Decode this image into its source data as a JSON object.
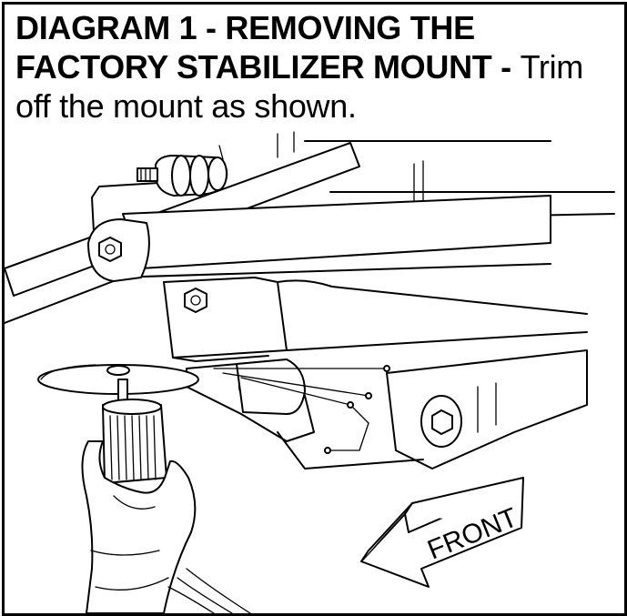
{
  "caption": {
    "bold_text": "DIAGRAM  1 - REMOVING THE FACTORY STABILIZER MOUNT - ",
    "normal_text": "Trim off the mount as shown."
  },
  "illustration": {
    "arrow_label": "FRONT",
    "icons": [
      "hand-with-cutting-tool",
      "front-direction-arrow",
      "bolt-head",
      "stabilizer-mount",
      "axle-tube"
    ]
  },
  "colors": {
    "ink": "#000000",
    "paper": "#ffffff"
  }
}
